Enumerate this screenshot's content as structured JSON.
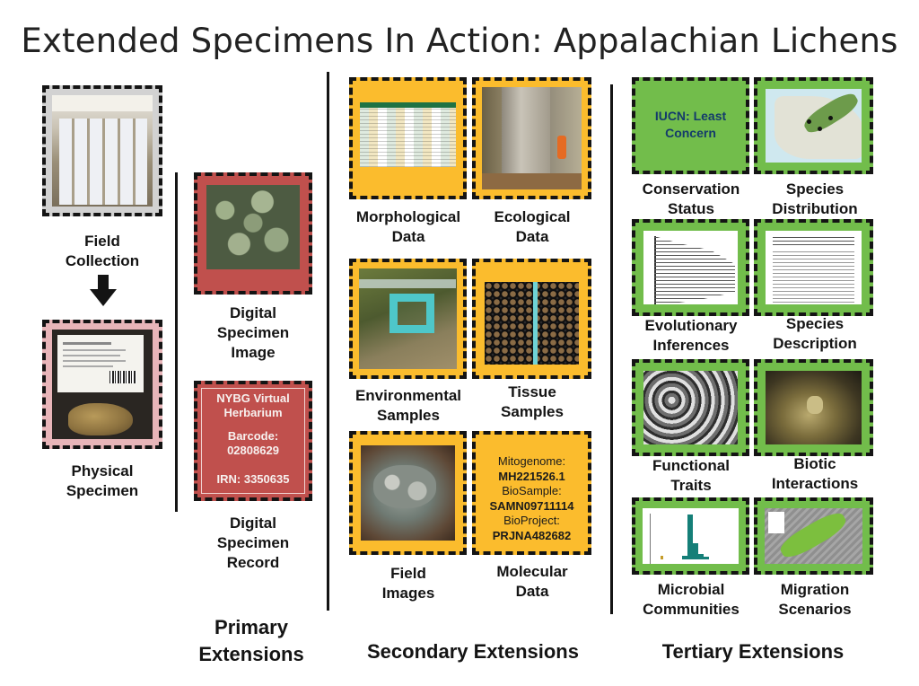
{
  "title": "Extended Specimens In Action: Appalachian Lichens",
  "columns": {
    "primary": "Primary Extensions",
    "secondary": "Secondary Extensions",
    "tertiary": "Tertiary Extensions"
  },
  "field_collection": {
    "label_line1": "Field",
    "label_line2": "Collection"
  },
  "physical_specimen": {
    "label_line1": "Physical",
    "label_line2": "Specimen"
  },
  "digital_image": {
    "label_line1": "Digital",
    "label_line2": "Specimen",
    "label_line3": "Image"
  },
  "digital_record": {
    "line1": "NYBG Virtual",
    "line2": "Herbarium",
    "line3": "Barcode:",
    "line4": "02808629",
    "line5": "IRN: 3350635",
    "label_line1": "Digital",
    "label_line2": "Specimen",
    "label_line3": "Record"
  },
  "secondary": {
    "morphological": {
      "l1": "Morphological",
      "l2": "Data"
    },
    "ecological": {
      "l1": "Ecological",
      "l2": "Data"
    },
    "environmental": {
      "l1": "Environmental",
      "l2": "Samples"
    },
    "tissue": {
      "l1": "Tissue",
      "l2": "Samples"
    },
    "field_images": {
      "l1": "Field",
      "l2": "Images"
    },
    "molecular": {
      "l1": "Molecular",
      "l2": "Data",
      "m1": "Mitogenome:",
      "m2": "MH221526.1",
      "m3": "BioSample:",
      "m4": "SAMN09711114",
      "m5": "BioProject:",
      "m6": "PRJNA482682"
    }
  },
  "tertiary": {
    "conservation": {
      "box1": "IUCN: Least",
      "box2": "Concern",
      "l1": "Conservation",
      "l2": "Status"
    },
    "distribution": {
      "l1": "Species",
      "l2": "Distribution"
    },
    "evolutionary": {
      "l1": "Evolutionary",
      "l2": "Inferences"
    },
    "description": {
      "l1": "Species",
      "l2": "Description"
    },
    "functional": {
      "l1": "Functional",
      "l2": "Traits"
    },
    "biotic": {
      "l1": "Biotic",
      "l2": "Interactions"
    },
    "microbial": {
      "l1": "Microbial",
      "l2": "Communities"
    },
    "migration": {
      "l1": "Migration",
      "l2": "Scenarios"
    }
  },
  "colors": {
    "primary_box": "#c0504d",
    "secondary_box": "#fbbc2d",
    "tertiary_box": "#72bd4b",
    "field_box": "#d2d2d2",
    "physical_box": "#e8b5b9"
  }
}
